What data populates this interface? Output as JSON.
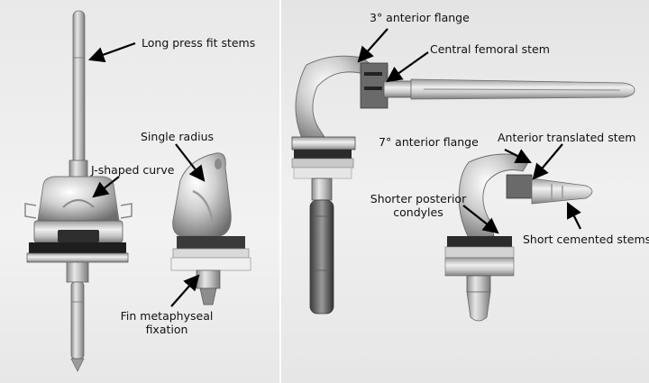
{
  "labels": {
    "long_press_fit_stems": "Long press fit stems",
    "j_shaped_curve": "J-shaped curve",
    "single_radius": "Single radius",
    "fin_metaphyseal_fixation": "Fin metaphyseal fixation",
    "anterior_flange_3": "3° anterior flange",
    "central_femoral_stem": "Central femoral stem",
    "anterior_flange_7": "7° anterior flange",
    "anterior_translated_stem": "Anterior translated stem",
    "shorter_posterior_condyles": "Shorter posterior condyles",
    "short_cemented_stems": "Short cemented stems"
  }
}
